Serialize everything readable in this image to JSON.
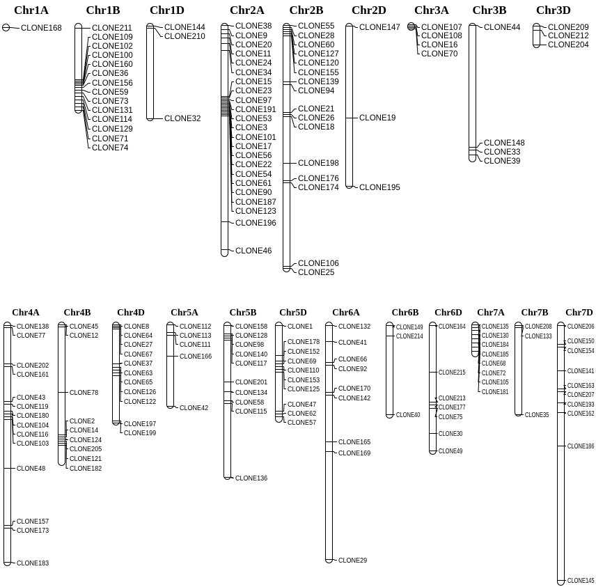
{
  "style": {
    "line_color": "#000000",
    "background": "#ffffff"
  },
  "map": {
    "rows": [
      {
        "chromosomes": [
          {
            "name": "Chr1A",
            "markers": [
              "CLONE168"
            ]
          },
          {
            "name": "Chr1B",
            "markers": [
              "CLONE211",
              "CLONE109",
              "CLONE102",
              "CLONE100",
              "CLONE160",
              "CLONE36",
              "CLONE156",
              "CLONE59",
              "CLONE73",
              "CLONE131",
              "CLONE114",
              "CLONE129",
              "CLONE71",
              "CLONE74"
            ]
          },
          {
            "name": "Chr1D",
            "markers": [
              "CLONE144",
              "CLONE210",
              "CLONE32"
            ]
          },
          {
            "name": "Chr2A",
            "markers": [
              "CLONE38",
              "CLONE9",
              "CLONE20",
              "CLONE11",
              "CLONE24",
              "CLONE34",
              "CLONE15",
              "CLONE23",
              "CLONE97",
              "CLONE191",
              "CLONE53",
              "CLONE3",
              "CLONE101",
              "CLONE17",
              "CLONE56",
              "CLONE22",
              "CLONE54",
              "CLONE61",
              "CLONE90",
              "CLONE187",
              "CLONE123",
              "CLONE196",
              "CLONE46"
            ]
          },
          {
            "name": "Chr2B",
            "markers": [
              "CLONE55",
              "CLONE28",
              "CLONE60",
              "CLONE127",
              "CLONE120",
              "CLONE155",
              "CLONE139",
              "CLONE94",
              "CLONE21",
              "CLONE26",
              "CLONE18",
              "CLONE198",
              "CLONE176",
              "CLONE174",
              "CLONE106",
              "CLONE25"
            ]
          },
          {
            "name": "Chr2D",
            "markers": [
              "CLONE147",
              "CLONE19",
              "CLONE195"
            ]
          },
          {
            "name": "Chr3A",
            "markers": [
              "CLONE107",
              "CLONE108",
              "CLONE16",
              "CLONE70"
            ]
          },
          {
            "name": "Chr3B",
            "markers": [
              "CLONE44",
              "CLONE148",
              "CLONE33",
              "CLONE39"
            ]
          },
          {
            "name": "Chr3D",
            "markers": [
              "CLONE209",
              "CLONE212",
              "CLONE204"
            ]
          }
        ]
      },
      {
        "chromosomes": [
          {
            "name": "Chr4A",
            "markers": [
              "CLONE138",
              "CLONE77",
              "CLONE202",
              "CLONE161",
              "CLONE43",
              "CLONE119",
              "CLONE180",
              "CLONE104",
              "CLONE116",
              "CLONE103",
              "CLONE48",
              "CLONE157",
              "CLONE173",
              "CLONE183"
            ]
          },
          {
            "name": "Chr4B",
            "markers": [
              "CLONE45",
              "CLONE12",
              "CLONE78",
              "CLONE2",
              "CLONE14",
              "CLONE124",
              "CLONE205",
              "CLONE121",
              "CLONE182"
            ]
          },
          {
            "name": "Chr4D",
            "markers": [
              "CLONE8",
              "CLONE64",
              "CLONE27",
              "CLONE67",
              "CLONE37",
              "CLONE63",
              "CLONE65",
              "CLONE126",
              "CLONE122",
              "CLONE197",
              "CLONE199"
            ]
          },
          {
            "name": "Chr5A",
            "markers": [
              "CLONE112",
              "CLONE113",
              "CLONE111",
              "CLONE166",
              "CLONE42"
            ]
          },
          {
            "name": "Chr5B",
            "markers": [
              "CLONE158",
              "CLONE128",
              "CLONE98",
              "CLONE140",
              "CLONE117",
              "CLONE201",
              "CLONE134",
              "CLONE58",
              "CLONE115",
              "CLONE136"
            ]
          },
          {
            "name": "Chr5D",
            "markers": [
              "CLONE1",
              "CLONE178",
              "CLONE152",
              "CLONE69",
              "CLONE110",
              "CLONE153",
              "CLONE125",
              "CLONE47",
              "CLONE62",
              "CLONE57"
            ]
          },
          {
            "name": "Chr6A",
            "markers": [
              "CLONE132",
              "CLONE41",
              "CLONE66",
              "CLONE92",
              "CLONE170",
              "CLONE142",
              "CLONE165",
              "CLONE169",
              "CLONE29"
            ]
          },
          {
            "name": "Chr6B",
            "markers": [
              "CLONE149",
              "CLONE214",
              "CLONE40"
            ]
          },
          {
            "name": "Chr6D",
            "markers": [
              "CLONE164",
              "CLONE215",
              "CLONE213",
              "CLONE177",
              "CLONE75",
              "CLONE30",
              "CLONE49"
            ]
          },
          {
            "name": "Chr7A",
            "markers": [
              "CLONE135",
              "CLONE130",
              "CLONE184",
              "CLONE185",
              "CLONE68",
              "CLONE72",
              "CLONE105",
              "CLONE181"
            ]
          },
          {
            "name": "Chr7B",
            "markers": [
              "CLONE208",
              "CLONE133",
              "CLONE35"
            ]
          },
          {
            "name": "Chr7D",
            "markers": [
              "CLONE206",
              "CLONE150",
              "CLONE154",
              "CLONE141",
              "CLONE163",
              "CLONE207",
              "CLONE193",
              "CLONE162",
              "CLONE186",
              "CLONE145"
            ]
          }
        ]
      }
    ]
  }
}
